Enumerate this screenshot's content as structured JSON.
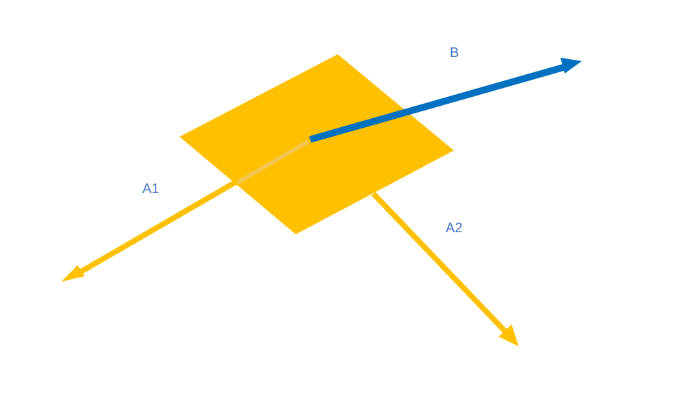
{
  "labels": {
    "a1": "A1",
    "a2": "A2",
    "b": "B"
  },
  "colors": {
    "plane": "#FFC000",
    "arrow_a": "#FFC000",
    "arrow_b": "#0070C0",
    "label_text": "#4472C4",
    "background": "#FFFFFF"
  },
  "icons": {
    "plane": "tilted-square-plane",
    "arrow_a1": "arrow-icon",
    "arrow_a2": "arrow-icon",
    "arrow_b": "arrow-icon"
  }
}
